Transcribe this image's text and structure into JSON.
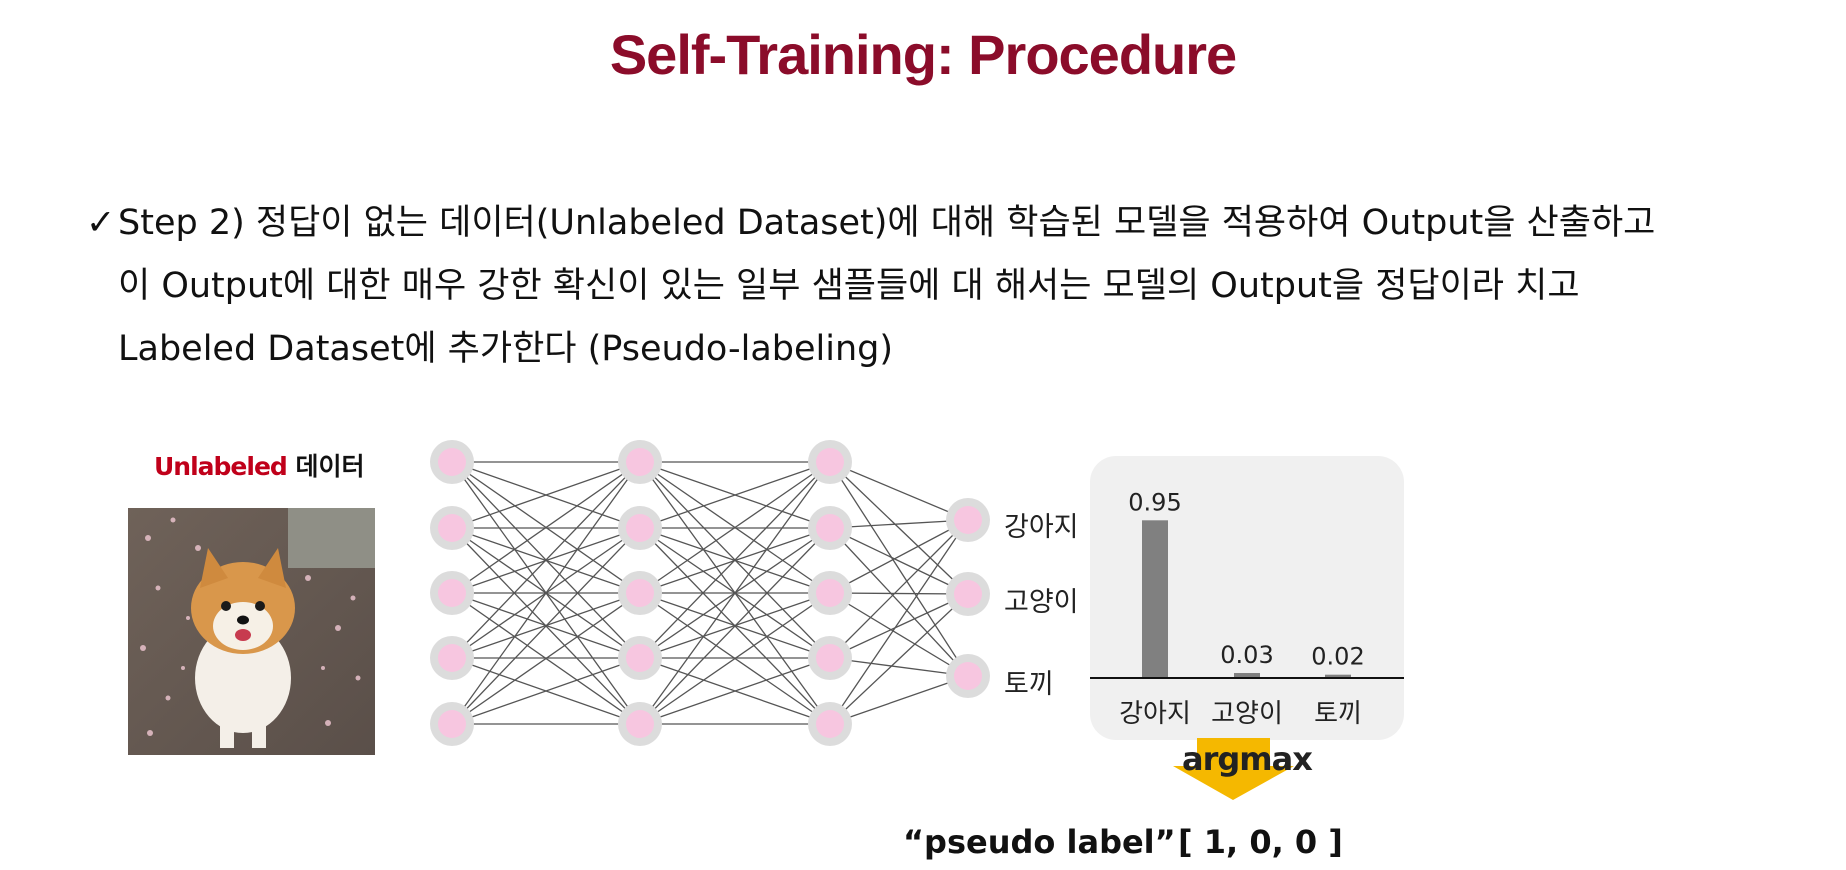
{
  "slide": {
    "title": "Self-Training: Procedure",
    "check_symbol": "✓",
    "bullet_lines": [
      "Step 2) 정답이 없는 데이터(Unlabeled Dataset)에 대해 학습된 모델을 적용하여 Output을  산출하고",
      "이 Output에 대한 매우 강한 확신이 있는 일부 샘플들에 대 해서는 모델의 Output을 정답이라 치고",
      "Labeled Dataset에 추가한다 (Pseudo-labeling)"
    ]
  },
  "input": {
    "caption_accent": "Unlabeled",
    "caption_rest": " 데이터",
    "photo_icon": "pomeranian-dog-photo"
  },
  "network": {
    "layers": [
      5,
      5,
      5,
      3
    ],
    "node_fill": "#f7c6e0",
    "node_ring": "#dcdcdc",
    "edge_color": "#555555",
    "output_labels": [
      "강아지",
      "고양이",
      "토끼"
    ]
  },
  "chart_data": {
    "type": "bar",
    "categories": [
      "강아지",
      "고양이",
      "토끼"
    ],
    "values": [
      0.95,
      0.03,
      0.02
    ],
    "value_labels": [
      "0.95",
      "0.03",
      "0.02"
    ],
    "ylim": [
      0,
      1
    ],
    "bar_color": "#808080",
    "panel_color": "#f0f0f0"
  },
  "result": {
    "arrow_label": "argmax",
    "arrow_color": "#f5b800",
    "pseudo_label_text": "“pseudo label”",
    "pseudo_vector": "[ 1, 0, 0 ]"
  }
}
